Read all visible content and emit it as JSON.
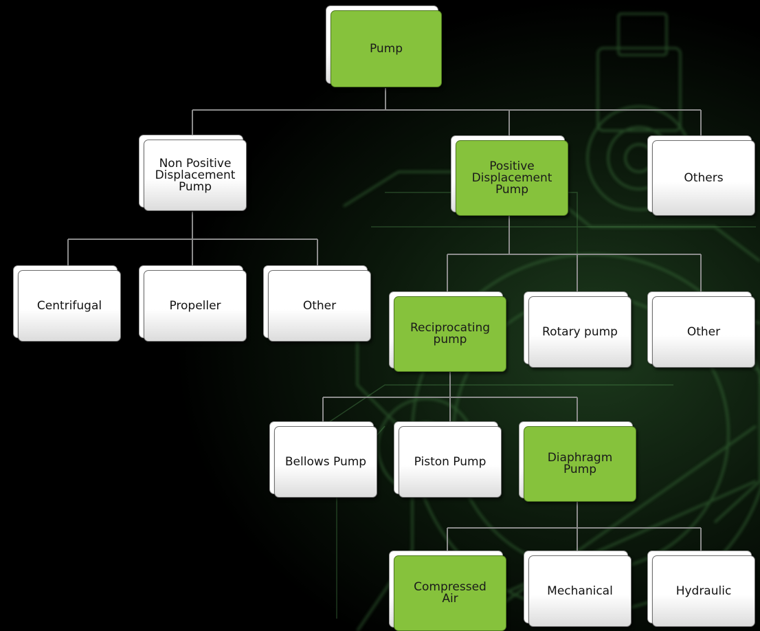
{
  "diagram": {
    "title": "",
    "highlight_color": "#86c23c",
    "nodes": {
      "pump": "Pump",
      "non_positive": "Non Positive\nDisplacement\nPump",
      "positive": "Positive\nDisplacement\nPump",
      "others": "Others",
      "centrifugal": "Centrifugal",
      "propeller": "Propeller",
      "other_np": "Other",
      "reciprocating": "Reciprocating\npump",
      "rotary": "Rotary pump",
      "other_p": "Other",
      "bellows": "Bellows Pump",
      "piston": "Piston Pump",
      "diaphragm": "Diaphragm\nPump",
      "compressed_air": "Compressed\nAir",
      "mechanical": "Mechanical",
      "hydraulic": "Hydraulic"
    },
    "highlighted": [
      "pump",
      "positive",
      "reciprocating",
      "diaphragm",
      "compressed_air"
    ],
    "edges": [
      [
        "pump",
        "non_positive"
      ],
      [
        "pump",
        "positive"
      ],
      [
        "pump",
        "others"
      ],
      [
        "non_positive",
        "centrifugal"
      ],
      [
        "non_positive",
        "propeller"
      ],
      [
        "non_positive",
        "other_np"
      ],
      [
        "positive",
        "reciprocating"
      ],
      [
        "positive",
        "rotary"
      ],
      [
        "positive",
        "other_p"
      ],
      [
        "reciprocating",
        "bellows"
      ],
      [
        "reciprocating",
        "piston"
      ],
      [
        "reciprocating",
        "diaphragm"
      ],
      [
        "diaphragm",
        "compressed_air"
      ],
      [
        "diaphragm",
        "mechanical"
      ],
      [
        "diaphragm",
        "hydraulic"
      ]
    ]
  }
}
